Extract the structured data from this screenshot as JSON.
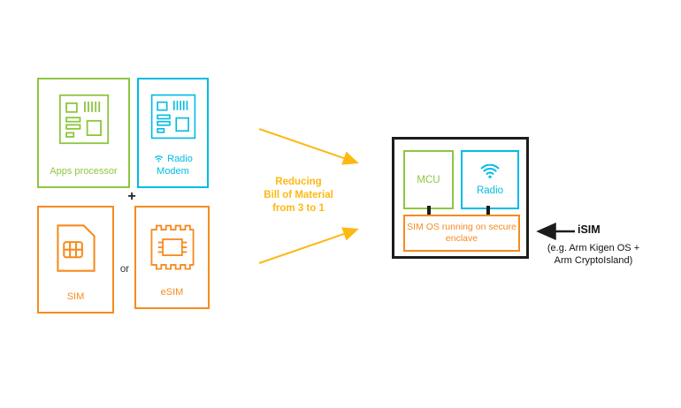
{
  "colors": {
    "green": "#8dc63f",
    "cyan": "#00bce4",
    "orange": "#f68b1f",
    "yellow": "#fdb913",
    "ink": "#1c1c1c"
  },
  "icons": {
    "circuit_board": "pcb-outline-with-components",
    "wifi": "wifi-arcs-with-dot",
    "sim_card": "sim-card-with-contact-grid",
    "esim_chip": "castellated-chip-package"
  },
  "left": {
    "apps_processor_label": "Apps processor",
    "radio_label": "Radio",
    "modem_label": "Modem",
    "plus_sign": "+",
    "sim_label": "SIM",
    "or_text": "or",
    "esim_label": "eSIM"
  },
  "middle": {
    "caption_line1": "Reducing",
    "caption_line2": "Bill of Material",
    "caption_line3": "from 3 to 1"
  },
  "right": {
    "mcu_label": "MCU",
    "radio_label": "Radio",
    "sim_os_label": "SIM OS running on secure enclave",
    "isim_label": "iSIM",
    "isim_note1": "(e.g. Arm Kigen OS +",
    "isim_note2": "Arm CryptoIsland)"
  }
}
